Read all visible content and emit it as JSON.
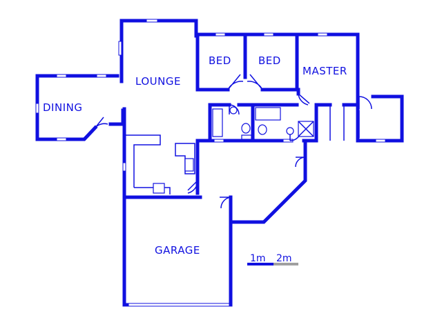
{
  "rooms": {
    "lounge": "LOUNGE",
    "bed1": "BED",
    "bed2": "BED",
    "master": "MASTER",
    "dining": "DINING",
    "garage": "GARAGE"
  },
  "scale": {
    "label_1": "1m",
    "label_2": "2m"
  },
  "colors": {
    "wall": "#1010e0",
    "scale_dark": "#1010e0",
    "scale_light": "#a0a0a0"
  }
}
